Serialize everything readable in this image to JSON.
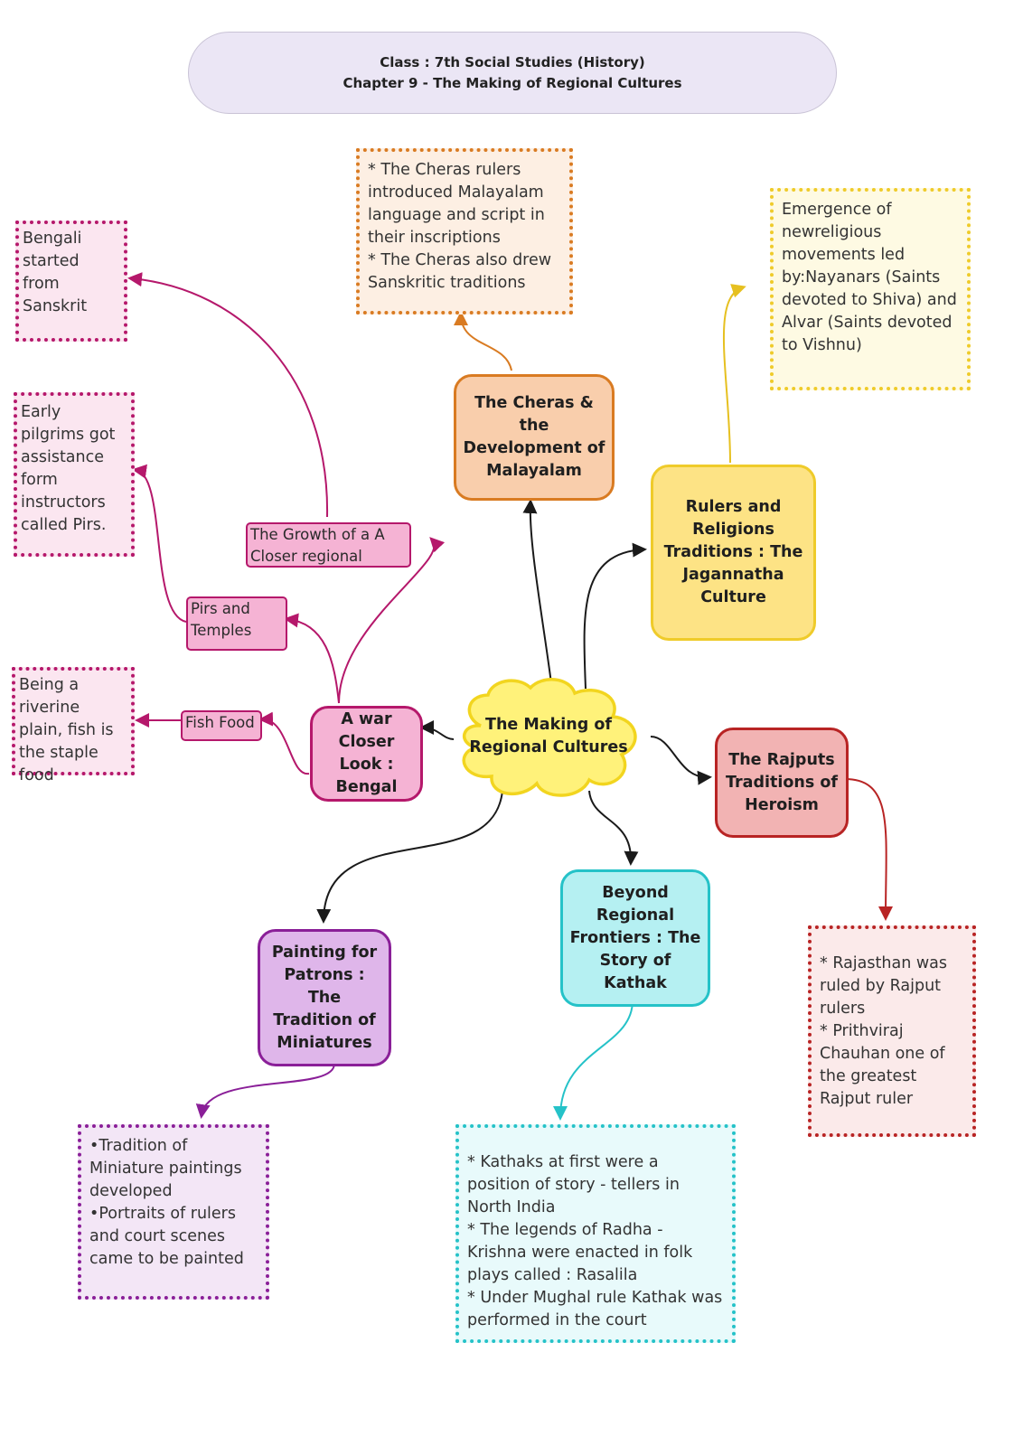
{
  "header": {
    "line1": "Class : 7th Social Studies (History)",
    "line2": "Chapter 9 - The Making of Regional Cultures"
  },
  "central": {
    "label": "The Making of Regional Cultures"
  },
  "topics": {
    "cheras": {
      "label": "The Cheras  & the Development of Malayalam",
      "note": [
        "* The Cheras rulers introduced Malayalam language and script in their inscriptions",
        "* The Cheras also drew Sanskritic  traditions"
      ]
    },
    "jagannatha": {
      "label": "Rulers and Religions Traditions : The Jagannatha Culture",
      "note": [
        "Emergence of newreligious movements led by:Nayanars (Saints devoted to Shiva) and Alvar (Saints devoted to Vishnu)"
      ]
    },
    "rajputs": {
      "label": "The Rajputs Traditions of Heroism",
      "note": [
        "* Rajasthan was ruled by Rajput rulers",
        "* Prithviraj Chauhan one of the greatest Rajput ruler"
      ]
    },
    "kathak": {
      "label": "Beyond Regional Frontiers : The Story of Kathak",
      "note": [
        "* Kathaks at first were a position of story - tellers in North India",
        "* The legends of Radha - Krishna were enacted in folk plays called : Rasalila",
        "* Under Mughal rule Kathak was performed in the court"
      ]
    },
    "miniatures": {
      "label": "Painting for Patrons : The Tradition of Miniatures",
      "note": [
        "•Tradition of Miniature paintings developed",
        "•Portraits of rulers and court scenes came to be painted"
      ]
    },
    "bengal": {
      "label": "A war Closer Look : Bengal",
      "subtopics": {
        "growth": {
          "label": "The Growth of a A Closer regional",
          "note": "Bengali started from Sanskrit"
        },
        "pirs": {
          "label": "Pirs and Temples",
          "note": "Early pilgrims got assistance form instructors called Pirs."
        },
        "fish": {
          "label": "Fish Food",
          "note": "Being a riverine plain, fish is the staple food"
        }
      }
    }
  },
  "colors": {
    "cheras": "#d97b22",
    "jagannatha": "#efcb2a",
    "rajputs": "#b82424",
    "kathak": "#25c2c8",
    "miniatures": "#8a1f98",
    "bengal": "#b5186b",
    "central": "#f2d51f",
    "connector": "#1a1a1a"
  }
}
